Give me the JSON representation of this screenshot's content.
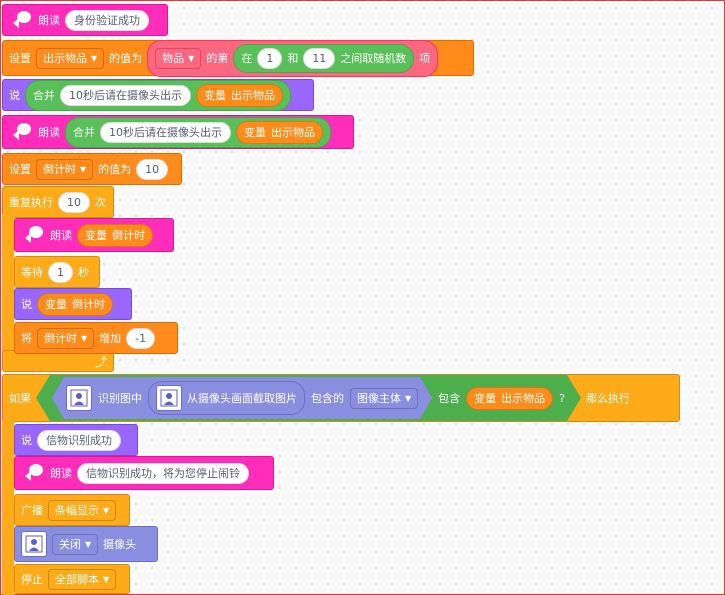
{
  "blocks": {
    "say1": {
      "label": "朗读",
      "text": "身份验证成功"
    },
    "set_item": {
      "set": "设置",
      "var": "出示物品",
      "to": "的值为",
      "list": "物品",
      "nth": "的第",
      "in": "在",
      "a": "1",
      "and": "和",
      "b": "11",
      "rand": "之间取随机数",
      "item": "项"
    },
    "say_join": {
      "say": "说",
      "join": "合并",
      "text": "10秒后请在摄像头出示",
      "var_label": "变量",
      "var": "出示物品"
    },
    "speak_join": {
      "label": "朗读",
      "join": "合并",
      "text": "10秒后请在摄像头出示",
      "var_label": "变量",
      "var": "出示物品"
    },
    "set_count": {
      "set": "设置",
      "var": "倒计时",
      "to": "的值为",
      "value": "10"
    },
    "repeat": {
      "label": "重复执行",
      "times": "10",
      "unit": "次"
    },
    "speak_count": {
      "label": "朗读",
      "var_label": "变量",
      "var": "倒计时"
    },
    "wait": {
      "label": "等待",
      "value": "1",
      "unit": "秒"
    },
    "say_count": {
      "say": "说",
      "var_label": "变量",
      "var": "倒计时"
    },
    "change": {
      "label": "将",
      "var": "倒计时",
      "by": "增加",
      "value": "-1"
    },
    "if": {
      "if": "如果",
      "recognize": "识别图中",
      "capture": "从摄像头画面截取图片",
      "contains": "包含的",
      "subject": "图像主体",
      "incl": "包含",
      "var_label": "变量",
      "var": "出示物品",
      "q": "?",
      "then": "那么执行"
    },
    "say_ok": {
      "say": "说",
      "text": "信物识别成功"
    },
    "speak_ok": {
      "label": "朗读",
      "text": "信物识别成功，将为您停止闹铃"
    },
    "broadcast": {
      "label": "广播",
      "msg": "条幅显示"
    },
    "camera": {
      "state": "关闭",
      "label": "摄像头"
    },
    "stop": {
      "label": "停止",
      "opt": "全部脚本"
    }
  }
}
